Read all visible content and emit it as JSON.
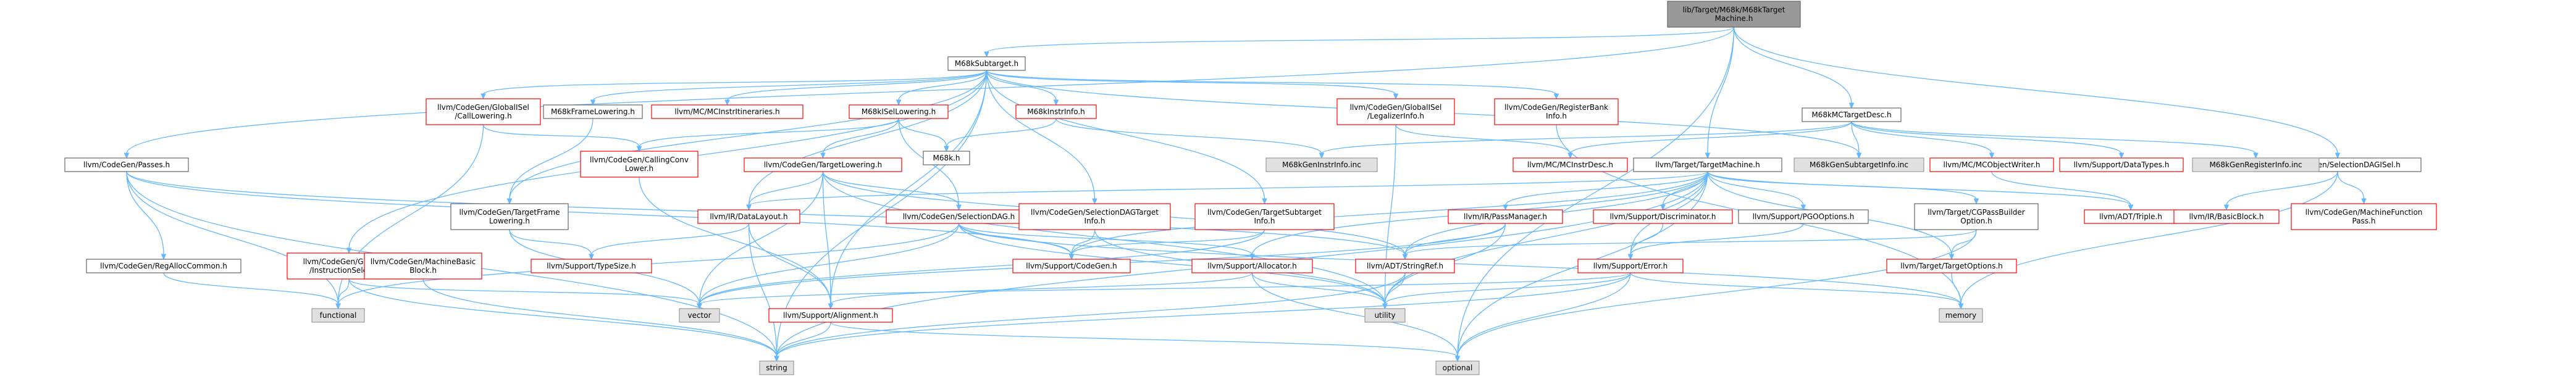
{
  "colors": {
    "edge": "#63b8ff",
    "root_fill": "#999999",
    "node_border": "#666666",
    "red_border": "#ff0000",
    "gray_fill": "#e0e0e0"
  },
  "nodes": [
    {
      "id": "root",
      "label": [
        "lib/Target/M68k/M68kTarget",
        "Machine.h"
      ],
      "kind": "root"
    },
    {
      "id": "m68ksubtarget",
      "label": [
        "M68kSubtarget.h"
      ],
      "kind": "normal"
    },
    {
      "id": "codegen_passes",
      "label": [
        "llvm/CodeGen/Passes.h"
      ],
      "kind": "normal"
    },
    {
      "id": "m68kmctargetdesc",
      "label": [
        "M68kMCTargetDesc.h"
      ],
      "kind": "normal"
    },
    {
      "id": "target_targetmachine",
      "label": [
        "llvm/Target/TargetMachine.h"
      ],
      "kind": "normal"
    },
    {
      "id": "selectiondagisel",
      "label": [
        "llvm/CodeGen/SelectionDAGISel.h"
      ],
      "kind": "normal"
    },
    {
      "id": "globalisel_calllowering",
      "label": [
        "llvm/CodeGen/GlobalISel",
        "/CallLowering.h"
      ],
      "kind": "red"
    },
    {
      "id": "m68kframelowering",
      "label": [
        "M68kFrameLowering.h"
      ],
      "kind": "normal"
    },
    {
      "id": "mcinstritineraries",
      "label": [
        "llvm/MC/MCInstrItineraries.h"
      ],
      "kind": "red"
    },
    {
      "id": "m68kisellowering",
      "label": [
        "M68kISelLowering.h"
      ],
      "kind": "red"
    },
    {
      "id": "m68kinstrinfo",
      "label": [
        "M68kInstrInfo.h"
      ],
      "kind": "red"
    },
    {
      "id": "globalisel_legalizerinfo",
      "label": [
        "llvm/CodeGen/GlobalISel",
        "/LegalizerInfo.h"
      ],
      "kind": "red"
    },
    {
      "id": "registerbankinfo",
      "label": [
        "llvm/CodeGen/RegisterBank",
        "Info.h"
      ],
      "kind": "red"
    },
    {
      "id": "callingconvlower",
      "label": [
        "llvm/CodeGen/CallingConv",
        "Lower.h"
      ],
      "kind": "red"
    },
    {
      "id": "m68k_h",
      "label": [
        "M68k.h"
      ],
      "kind": "normal"
    },
    {
      "id": "m68kgeninstrinfo",
      "label": [
        "M68kGenInstrInfo.inc"
      ],
      "kind": "gray"
    },
    {
      "id": "mcinstrdesc",
      "label": [
        "llvm/MC/MCInstrDesc.h"
      ],
      "kind": "red"
    },
    {
      "id": "m68kgensubtargetinfo",
      "label": [
        "M68kGenSubtargetInfo.inc"
      ],
      "kind": "gray"
    },
    {
      "id": "mcobjectwriter",
      "label": [
        "llvm/MC/MCObjectWriter.h"
      ],
      "kind": "red"
    },
    {
      "id": "support_datatypes",
      "label": [
        "llvm/Support/DataTypes.h"
      ],
      "kind": "red"
    },
    {
      "id": "m68kgenregisterinfo",
      "label": [
        "M68kGenRegisterInfo.inc"
      ],
      "kind": "gray"
    },
    {
      "id": "targetlowering",
      "label": [
        "llvm/CodeGen/TargetLowering.h"
      ],
      "kind": "red"
    },
    {
      "id": "targetframelowering",
      "label": [
        "llvm/CodeGen/TargetFrame",
        "Lowering.h"
      ],
      "kind": "normal"
    },
    {
      "id": "ir_datalayout",
      "label": [
        "llvm/IR/DataLayout.h"
      ],
      "kind": "red"
    },
    {
      "id": "selectiondag",
      "label": [
        "llvm/CodeGen/SelectionDAG.h"
      ],
      "kind": "red"
    },
    {
      "id": "selectiondagtargetinfo",
      "label": [
        "llvm/CodeGen/SelectionDAGTarget",
        "Info.h"
      ],
      "kind": "red"
    },
    {
      "id": "targetsubtargetinfo",
      "label": [
        "llvm/CodeGen/TargetSubtarget",
        "Info.h"
      ],
      "kind": "red"
    },
    {
      "id": "ir_passmanager",
      "label": [
        "llvm/IR/PassManager.h"
      ],
      "kind": "red"
    },
    {
      "id": "support_discriminator",
      "label": [
        "llvm/Support/Discriminator.h"
      ],
      "kind": "red"
    },
    {
      "id": "support_pgooptions",
      "label": [
        "llvm/Support/PGOOptions.h"
      ],
      "kind": "normal"
    },
    {
      "id": "cgpassbuilderoption",
      "label": [
        "llvm/Target/CGPassBuilder",
        "Option.h"
      ],
      "kind": "normal"
    },
    {
      "id": "adt_triple",
      "label": [
        "llvm/ADT/Triple.h"
      ],
      "kind": "red"
    },
    {
      "id": "ir_basicblock",
      "label": [
        "llvm/IR/BasicBlock.h"
      ],
      "kind": "red"
    },
    {
      "id": "machinefunctionpass",
      "label": [
        "llvm/CodeGen/MachineFunction",
        "Pass.h"
      ],
      "kind": "red"
    },
    {
      "id": "regalloccommon",
      "label": [
        "llvm/CodeGen/RegAllocCommon.h"
      ],
      "kind": "normal"
    },
    {
      "id": "globalisel_instructionselector",
      "label": [
        "llvm/CodeGen/GlobalISel",
        "/InstructionSelector.h"
      ],
      "kind": "red"
    },
    {
      "id": "machinebasicblock",
      "label": [
        "llvm/CodeGen/MachineBasic",
        "Block.h"
      ],
      "kind": "red"
    },
    {
      "id": "support_typesize",
      "label": [
        "llvm/Support/TypeSize.h"
      ],
      "kind": "red"
    },
    {
      "id": "support_codegen",
      "label": [
        "llvm/Support/CodeGen.h"
      ],
      "kind": "red"
    },
    {
      "id": "support_allocator",
      "label": [
        "llvm/Support/Allocator.h"
      ],
      "kind": "red"
    },
    {
      "id": "adt_stringref",
      "label": [
        "llvm/ADT/StringRef.h"
      ],
      "kind": "red"
    },
    {
      "id": "support_error",
      "label": [
        "llvm/Support/Error.h"
      ],
      "kind": "red"
    },
    {
      "id": "target_targetoptions",
      "label": [
        "llvm/Target/TargetOptions.h"
      ],
      "kind": "red"
    },
    {
      "id": "functional",
      "label": [
        "functional"
      ],
      "kind": "gray"
    },
    {
      "id": "vector",
      "label": [
        "vector"
      ],
      "kind": "gray"
    },
    {
      "id": "support_alignment",
      "label": [
        "llvm/Support/Alignment.h"
      ],
      "kind": "red"
    },
    {
      "id": "utility",
      "label": [
        "utility"
      ],
      "kind": "gray"
    },
    {
      "id": "memory",
      "label": [
        "memory"
      ],
      "kind": "gray"
    },
    {
      "id": "string",
      "label": [
        "string"
      ],
      "kind": "gray"
    },
    {
      "id": "optional",
      "label": [
        "optional"
      ],
      "kind": "gray"
    }
  ],
  "edges": [
    [
      "root",
      "m68ksubtarget"
    ],
    [
      "root",
      "codegen_passes"
    ],
    [
      "root",
      "m68kmctargetdesc"
    ],
    [
      "root",
      "target_targetmachine"
    ],
    [
      "root",
      "selectiondagisel"
    ],
    [
      "root",
      "optional"
    ],
    [
      "m68ksubtarget",
      "globalisel_calllowering"
    ],
    [
      "m68ksubtarget",
      "m68kframelowering"
    ],
    [
      "m68ksubtarget",
      "mcinstritineraries"
    ],
    [
      "m68ksubtarget",
      "m68kisellowering"
    ],
    [
      "m68ksubtarget",
      "m68kinstrinfo"
    ],
    [
      "m68ksubtarget",
      "globalisel_legalizerinfo"
    ],
    [
      "m68ksubtarget",
      "registerbankinfo"
    ],
    [
      "m68ksubtarget",
      "m68kgensubtargetinfo"
    ],
    [
      "m68ksubtarget",
      "targetframelowering"
    ],
    [
      "m68ksubtarget",
      "ir_datalayout"
    ],
    [
      "m68ksubtarget",
      "selectiondagtargetinfo"
    ],
    [
      "m68ksubtarget",
      "targetsubtargetinfo"
    ],
    [
      "m68ksubtarget",
      "globalisel_instructionselector"
    ],
    [
      "m68ksubtarget",
      "support_alignment"
    ],
    [
      "m68ksubtarget",
      "string"
    ],
    [
      "globalisel_calllowering",
      "callingconvlower"
    ],
    [
      "globalisel_calllowering",
      "functional"
    ],
    [
      "m68kframelowering",
      "targetframelowering"
    ],
    [
      "m68kisellowering",
      "m68k_h"
    ],
    [
      "m68kisellowering",
      "callingconvlower"
    ],
    [
      "m68kisellowering",
      "targetlowering"
    ],
    [
      "m68kisellowering",
      "selectiondag"
    ],
    [
      "m68kinstrinfo",
      "m68k_h"
    ],
    [
      "m68kinstrinfo",
      "m68kgeninstrinfo"
    ],
    [
      "globalisel_legalizerinfo",
      "mcinstrdesc"
    ],
    [
      "globalisel_legalizerinfo",
      "utility"
    ],
    [
      "registerbankinfo",
      "memory"
    ],
    [
      "callingconvlower",
      "support_alignment"
    ],
    [
      "m68kmctargetdesc",
      "m68kgeninstrinfo"
    ],
    [
      "m68kmctargetdesc",
      "mcinstrdesc"
    ],
    [
      "m68kmctargetdesc",
      "m68kgensubtargetinfo"
    ],
    [
      "m68kmctargetdesc",
      "mcobjectwriter"
    ],
    [
      "m68kmctargetdesc",
      "support_datatypes"
    ],
    [
      "m68kmctargetdesc",
      "m68kgenregisterinfo"
    ],
    [
      "mcobjectwriter",
      "adt_triple"
    ],
    [
      "targetlowering",
      "ir_datalayout"
    ],
    [
      "targetlowering",
      "selectiondag"
    ],
    [
      "targetlowering",
      "support_alignment"
    ],
    [
      "targetlowering",
      "adt_stringref"
    ],
    [
      "targetlowering",
      "vector"
    ],
    [
      "targetlowering",
      "utility"
    ],
    [
      "targetframelowering",
      "support_typesize"
    ],
    [
      "targetframelowering",
      "vector"
    ],
    [
      "ir_datalayout",
      "support_alignment"
    ],
    [
      "ir_datalayout",
      "support_typesize"
    ],
    [
      "ir_datalayout",
      "string"
    ],
    [
      "selectiondag",
      "support_codegen"
    ],
    [
      "selectiondag",
      "support_allocator"
    ],
    [
      "selectiondag",
      "functional"
    ],
    [
      "selectiondag",
      "vector"
    ],
    [
      "selectiondag",
      "utility"
    ],
    [
      "selectiondag",
      "memory"
    ],
    [
      "selectiondagtargetinfo",
      "support_codegen"
    ],
    [
      "selectiondagtargetinfo",
      "utility"
    ],
    [
      "targetsubtargetinfo",
      "support_codegen"
    ],
    [
      "targetsubtargetinfo",
      "vector"
    ],
    [
      "target_targetmachine",
      "ir_datalayout"
    ],
    [
      "target_targetmachine",
      "ir_passmanager"
    ],
    [
      "target_targetmachine",
      "support_discriminator"
    ],
    [
      "target_targetmachine",
      "support_pgooptions"
    ],
    [
      "target_targetmachine",
      "cgpassbuilderoption"
    ],
    [
      "target_targetmachine",
      "adt_triple"
    ],
    [
      "target_targetmachine",
      "support_codegen"
    ],
    [
      "target_targetmachine",
      "support_allocator"
    ],
    [
      "target_targetmachine",
      "adt_stringref"
    ],
    [
      "target_targetmachine",
      "support_error"
    ],
    [
      "target_targetmachine",
      "target_targetoptions"
    ],
    [
      "target_targetmachine",
      "string"
    ],
    [
      "target_targetmachine",
      "utility"
    ],
    [
      "target_targetmachine",
      "optional"
    ],
    [
      "ir_passmanager",
      "adt_stringref"
    ],
    [
      "ir_passmanager",
      "vector"
    ],
    [
      "ir_passmanager",
      "utility"
    ],
    [
      "support_discriminator",
      "support_error"
    ],
    [
      "support_pgooptions",
      "support_error"
    ],
    [
      "cgpassbuilderoption",
      "target_targetoptions"
    ],
    [
      "cgpassbuilderoption",
      "adt_stringref"
    ],
    [
      "cgpassbuilderoption",
      "optional"
    ],
    [
      "support_error",
      "utility"
    ],
    [
      "support_error",
      "memory"
    ],
    [
      "support_error",
      "string"
    ],
    [
      "support_error",
      "vector"
    ],
    [
      "support_error",
      "optional"
    ],
    [
      "adt_stringref",
      "string"
    ],
    [
      "adt_stringref",
      "utility"
    ],
    [
      "support_allocator",
      "support_alignment"
    ],
    [
      "support_allocator",
      "utility"
    ],
    [
      "support_allocator",
      "optional"
    ],
    [
      "target_targetoptions",
      "memory"
    ],
    [
      "selectiondagisel",
      "ir_basicblock"
    ],
    [
      "selectiondagisel",
      "machinefunctionpass"
    ],
    [
      "selectiondagisel",
      "memory"
    ],
    [
      "codegen_passes",
      "support_codegen"
    ],
    [
      "codegen_passes",
      "regalloccommon"
    ],
    [
      "codegen_passes",
      "functional"
    ],
    [
      "codegen_passes",
      "string"
    ],
    [
      "codegen_passes",
      "adt_stringref"
    ],
    [
      "regalloccommon",
      "functional"
    ],
    [
      "globalisel_instructionselector",
      "machinebasicblock"
    ],
    [
      "globalisel_instructionselector",
      "functional"
    ],
    [
      "globalisel_instructionselector",
      "vector"
    ],
    [
      "globalisel_instructionselector",
      "string"
    ],
    [
      "machinebasicblock",
      "string"
    ],
    [
      "support_alignment",
      "string"
    ],
    [
      "support_alignment",
      "optional"
    ]
  ]
}
